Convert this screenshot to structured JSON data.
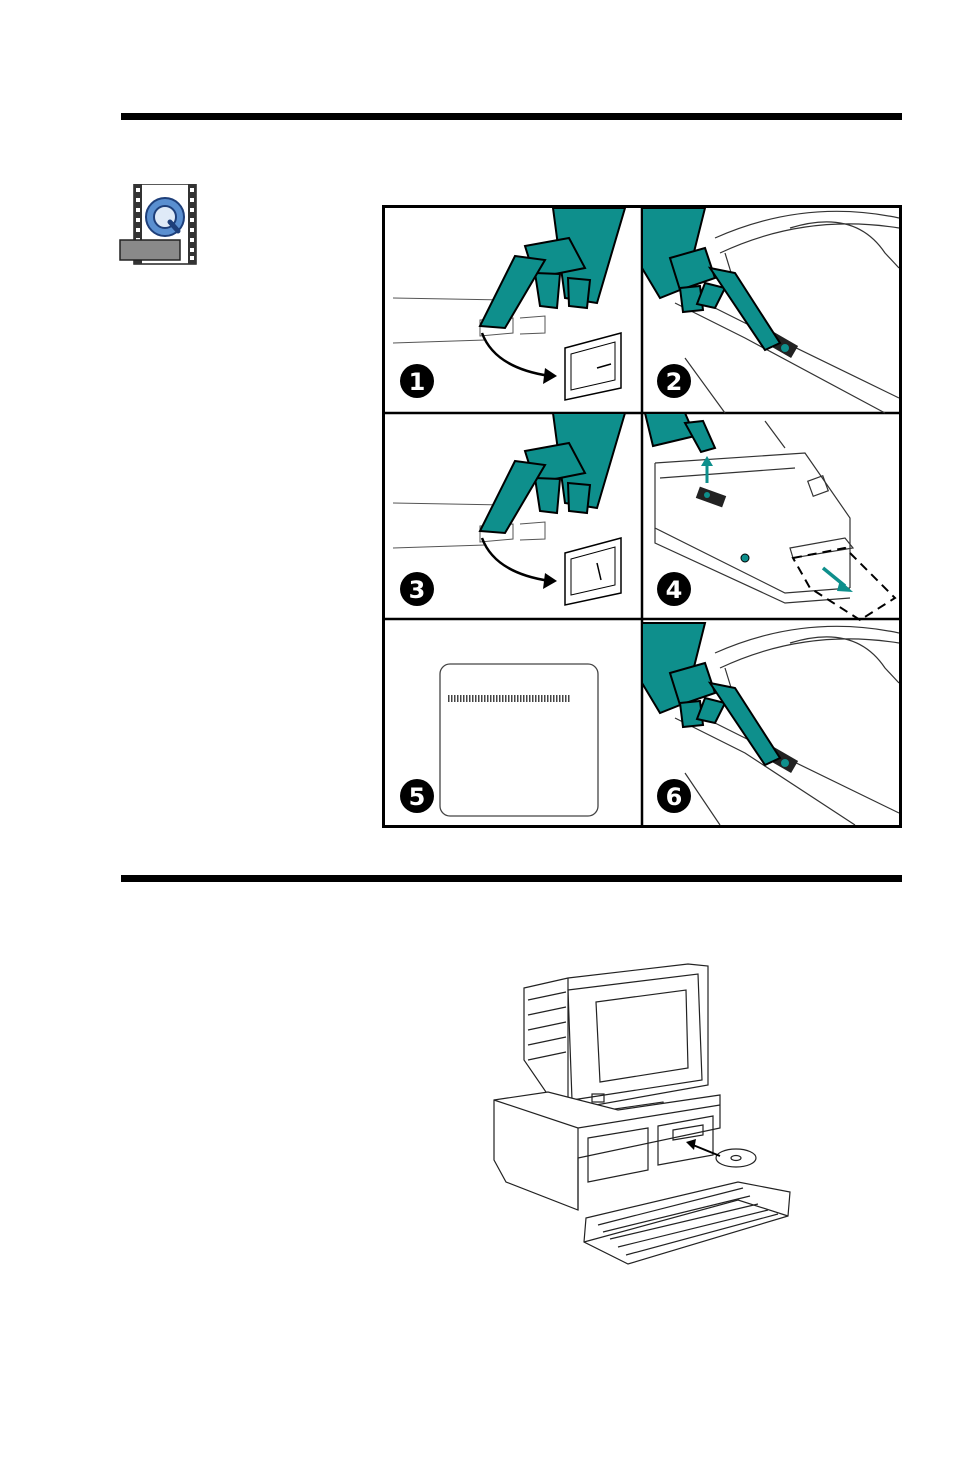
{
  "colors": {
    "accent": "#0e8f8c",
    "rule": "#000000"
  },
  "icons": {
    "quicktime_movie": "quicktime-movie-icon"
  },
  "steps": [
    {
      "number": "1"
    },
    {
      "number": "2"
    },
    {
      "number": "3"
    },
    {
      "number": "4"
    },
    {
      "number": "5"
    },
    {
      "number": "6"
    }
  ]
}
